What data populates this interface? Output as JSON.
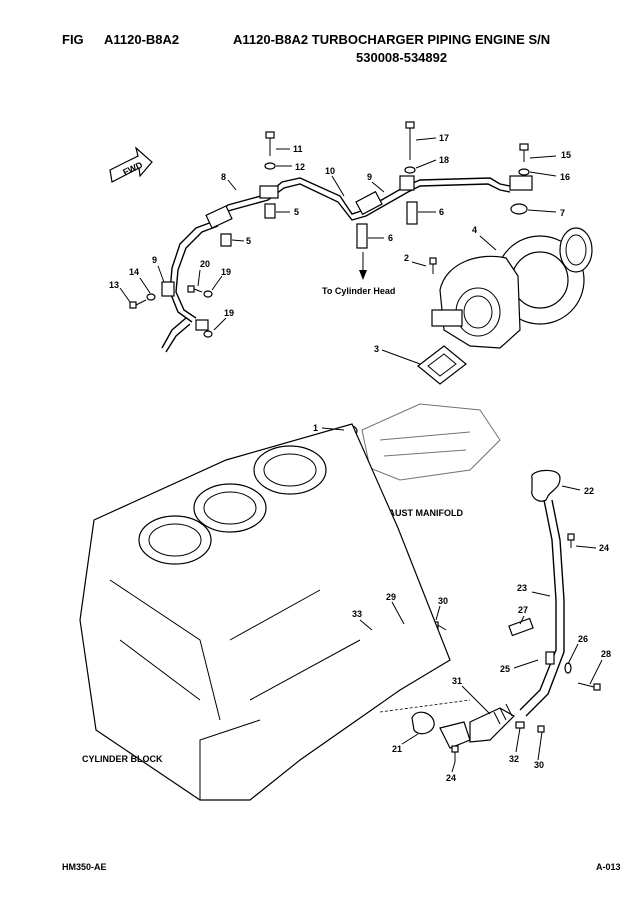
{
  "header": {
    "fig_label": "FIG",
    "fig_code": "A1120-B8A2",
    "title_line1": "A1120-B8A2 TURBOCHARGER PIPING ENGINE S/N",
    "title_line2": "530008-534892"
  },
  "footer": {
    "left": "HM350-AE",
    "right": "A-013"
  },
  "diagram": {
    "fwd_label": "FWD",
    "captions": {
      "to_cylinder_head": "To Cylinder Head",
      "exhaust_manifold": "EXHAUST MANIFOLD",
      "cylinder_block": "CYLINDER BLOCK"
    },
    "callouts": [
      "11",
      "12",
      "17",
      "18",
      "15",
      "16",
      "8",
      "10",
      "9",
      "6",
      "7",
      "5",
      "5",
      "6",
      "4",
      "2",
      "9",
      "20",
      "14",
      "19",
      "13",
      "19",
      "3",
      "1",
      "22",
      "24",
      "23",
      "27",
      "29",
      "30",
      "33",
      "26",
      "28",
      "25",
      "31",
      "21",
      "32",
      "30",
      "24"
    ]
  }
}
